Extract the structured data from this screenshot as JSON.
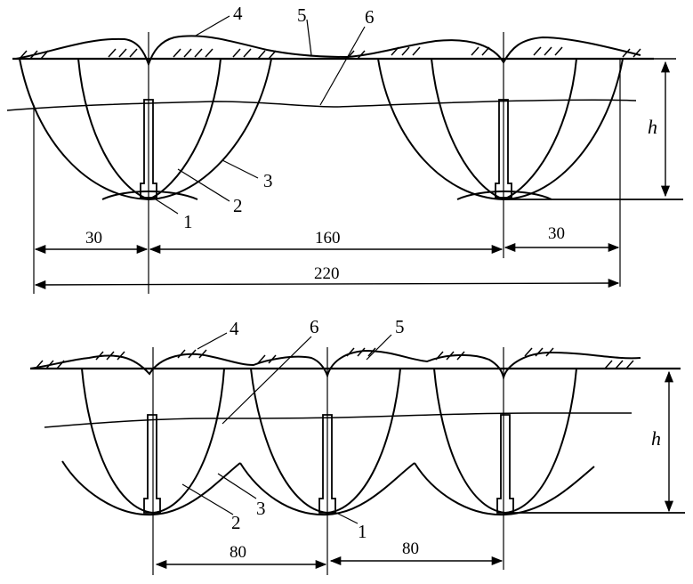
{
  "colors": {
    "ink": "#000000",
    "paper": "#ffffff"
  },
  "top": {
    "labels": {
      "n1": "1",
      "n2": "2",
      "n3": "3",
      "n4": "4",
      "n5": "5",
      "n6": "6"
    },
    "dimensions": {
      "left": "30",
      "middle": "160",
      "right": "30",
      "total": "220"
    },
    "height": "h"
  },
  "bottom": {
    "labels": {
      "n1": "1",
      "n2": "2",
      "n3": "3",
      "n4": "4",
      "n5": "5",
      "n6": "6"
    },
    "dimensions": {
      "left": "80",
      "right": "80"
    },
    "height": "h"
  }
}
